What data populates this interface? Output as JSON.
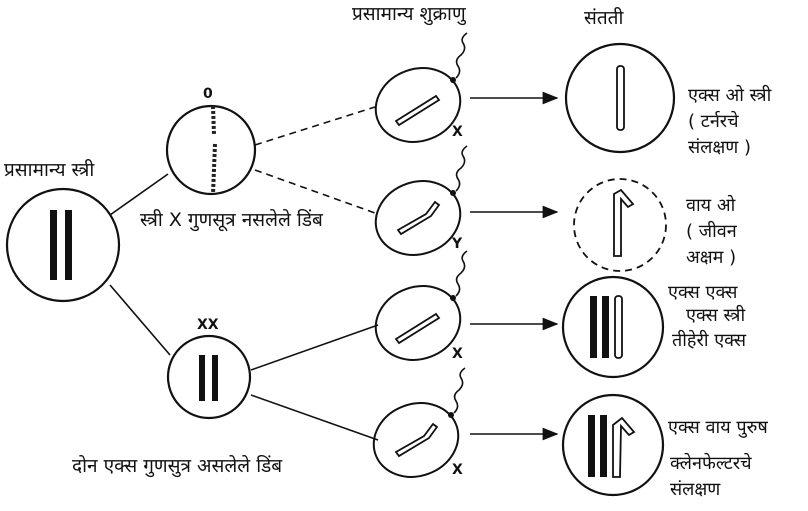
{
  "headers": {
    "normal_sperm": "प्रसामान्य शुक्राणु",
    "offspring": "संतती"
  },
  "labels": {
    "normal_female": "प्रसामान्य स्त्री",
    "egg_no_x": "स्त्री X गुणसूत्र नसलेले डिंब",
    "egg_two_x": "दोन एक्स गुणसुत्र असलेले डिंब"
  },
  "egg_markers": {
    "egg_no_x": "0",
    "egg_two_x": "XX"
  },
  "sperm_markers": [
    "X",
    "Y",
    "X",
    "X"
  ],
  "results": [
    {
      "lines": [
        "एक्स ओ स्त्री",
        "( टर्नरचे",
        "संलक्षण )"
      ]
    },
    {
      "lines": [
        "वाय ओ",
        "( जीवन",
        "अक्षम )"
      ]
    },
    {
      "lines": [
        "एक्स एक्स",
        "एक्स स्त्री",
        "तीहेरी एक्स"
      ]
    },
    {
      "lines": [
        "एक्स वाय पुरुष",
        "क्लेनफेल्टरचे",
        "संलक्षण"
      ]
    }
  ],
  "colors": {
    "ink": "#111111",
    "background": "#ffffff"
  }
}
